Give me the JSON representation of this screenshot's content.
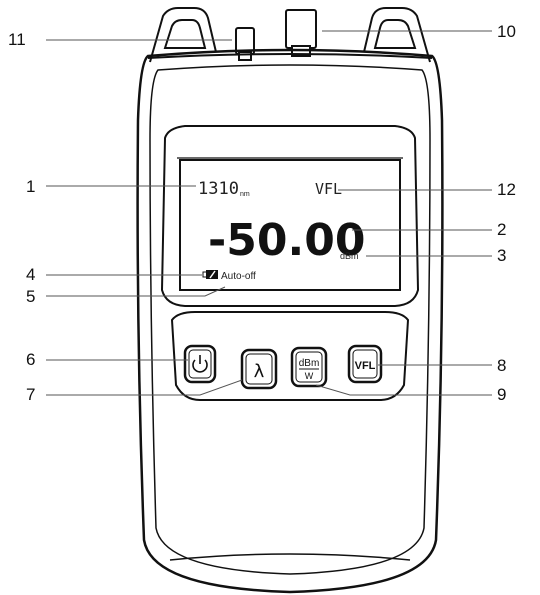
{
  "device": {
    "display": {
      "wavelength_value": "1310",
      "wavelength_unit": "nm",
      "mode_text": "VFL",
      "reading": "-50.00",
      "reading_unit": "dBm",
      "auto_off_text": "Auto-off"
    },
    "buttons": {
      "power_icon": "power-icon",
      "lambda_label": "λ",
      "dbm_label": "dBm",
      "w_label": "W",
      "vfl_label": "VFL"
    }
  },
  "callouts": {
    "c1": "1",
    "c2": "2",
    "c3": "3",
    "c4": "4",
    "c5": "5",
    "c6": "6",
    "c7": "7",
    "c8": "8",
    "c9": "9",
    "c10": "10",
    "c11": "11",
    "c12": "12"
  }
}
